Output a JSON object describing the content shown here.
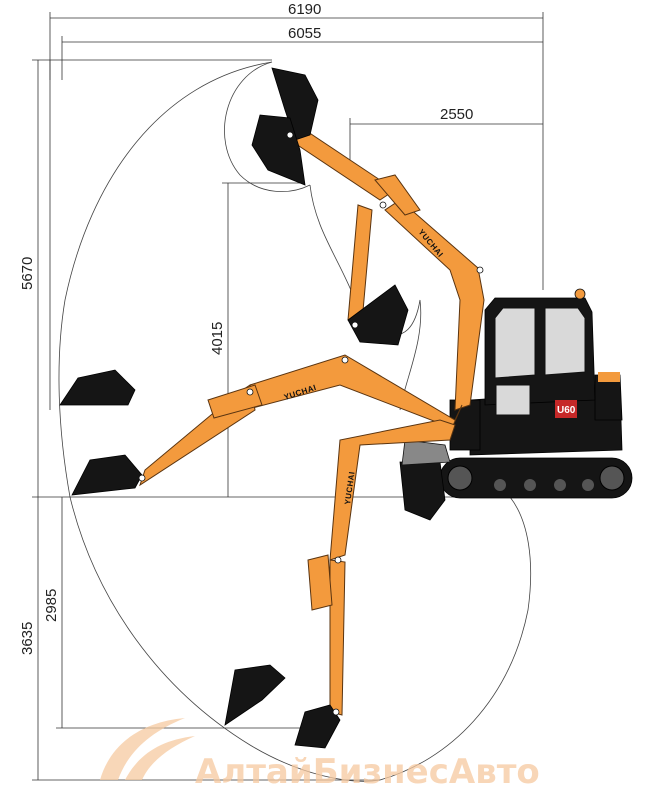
{
  "dimensions": {
    "max_reach": "6190",
    "max_reach_ground": "6055",
    "min_swing_radius": "2550",
    "max_digging_height": "5670",
    "max_dumping_height": "4015",
    "max_digging_depth": "3635",
    "max_vertical_wall_depth": "2985"
  },
  "machine": {
    "boom_brand": "YUCHAI",
    "model_badge": "U60"
  },
  "watermark": {
    "text": "АлтайБизнесАвто"
  },
  "colors": {
    "arm_orange": "#f39a3d",
    "body_black": "#151515",
    "watermark": "#f6c9a0"
  }
}
